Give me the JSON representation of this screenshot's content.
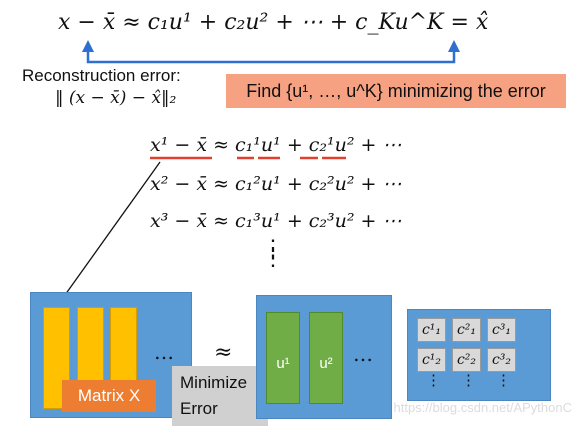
{
  "equations": {
    "top": "x − x̄ ≈ c₁u¹ + c₂u² + ⋯ + c_Ku^K  = x̂",
    "rows": [
      "x¹ − x̄ ≈ c₁¹u¹ + c₂¹u² + ⋯",
      "x² − x̄ ≈ c₁²u¹ + c₂²u² + ⋯",
      "x³ − x̄ ≈ c₁³u¹ + c₂³u² + ⋯"
    ],
    "vdots": "⋮"
  },
  "reconstruction": {
    "label": "Reconstruction error:",
    "formula": "‖ (x − x̄) − x̂‖₂"
  },
  "find_box": "Find {u¹, …, u^K} minimizing the error",
  "matrix_label": "Matrix X",
  "ellipsis": "…",
  "approx": "≈",
  "minimize": [
    "Minimize",
    "Error"
  ],
  "u_labels": [
    "u¹",
    "u²"
  ],
  "coef_cells": [
    [
      "c¹₁",
      "c²₁",
      "c³₁"
    ],
    [
      "c¹₂",
      "c²₂",
      "c³₂"
    ]
  ],
  "watermark": "https://blog.csdn.net/APythonC",
  "colors": {
    "panel": "#5b9bd5",
    "yellow_column": "#ffc000",
    "green_column": "#70ad47",
    "orange_label": "#ed7d31",
    "salmon_box": "#f6a282",
    "arrow_blue": "#2f6fd0",
    "underline_red": "#e04030"
  }
}
